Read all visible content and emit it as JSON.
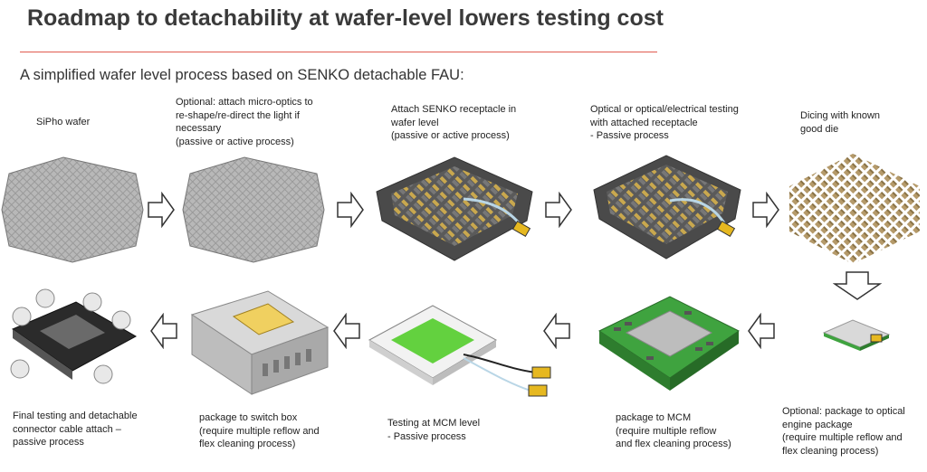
{
  "title": "Roadmap to detachability at wafer-level lowers testing cost",
  "subtitle": "A simplified wafer level process based on SENKO detachable FAU:",
  "steps": {
    "s1": "SiPho wafer",
    "s2": "Optional: attach micro-optics to\nre-shape/re-direct the light if\nnecessary\n(passive or active process)",
    "s3": "Attach SENKO receptacle in\nwafer level\n(passive or active process)",
    "s4": "Optical or optical/electrical testing\nwith attached receptacle\n- Passive process",
    "s5": "Dicing with known\ngood die",
    "s6": "Optional: package to optical\nengine package\n(require multiple reflow and\nflex cleaning process)",
    "s7": "package to MCM\n(require multiple reflow\nand flex cleaning process)",
    "s8": "Testing at MCM level\n- Passive process",
    "s9": "package to switch box\n(require multiple reflow and\nflex cleaning process)",
    "s10": "Final testing and detachable\nconnector cable attach –\npassive process"
  },
  "colors": {
    "accent_rule": "#e05a4f",
    "wafer": "#8f8f8f",
    "die": "#b59a55",
    "mcm_green": "#3fa33f",
    "connector": "#e6b820"
  },
  "icons": {
    "arrow_right": "hollow-right-arrow",
    "arrow_left": "hollow-left-arrow",
    "arrow_down": "hollow-down-arrow"
  }
}
